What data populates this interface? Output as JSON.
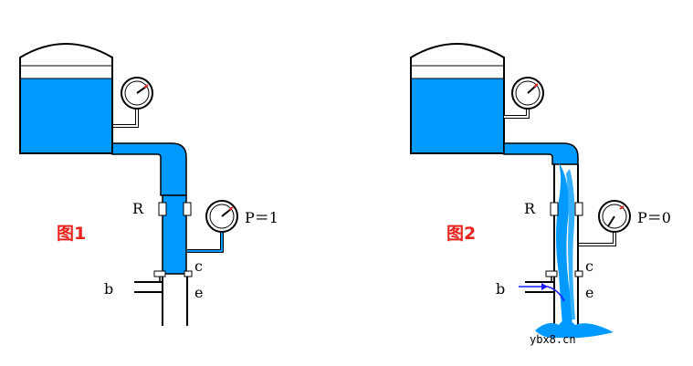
{
  "figure1": {
    "caption": "图1",
    "label_R": "R",
    "label_b": "b",
    "label_c": "c",
    "label_e": "e",
    "pressure_text": "P＝1"
  },
  "figure2": {
    "caption": "图2",
    "label_R": "R",
    "label_b": "b",
    "label_c": "c",
    "label_e": "e",
    "pressure_text": "P＝0"
  },
  "watermark": "ybx8.cn",
  "colors": {
    "water": "#0099ff",
    "outline": "#000000",
    "caption": "#e8231e",
    "gauge_needle": "#e8231e",
    "arrow": "#1a1aff"
  }
}
